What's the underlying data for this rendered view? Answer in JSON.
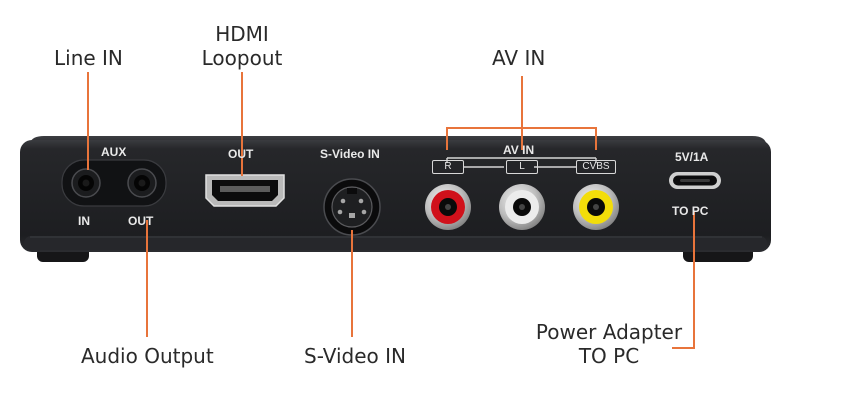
{
  "callouts": {
    "line_in": "Line IN",
    "hdmi_loopout_line1": "HDMI",
    "hdmi_loopout_line2": "Loopout",
    "av_in": "AV IN",
    "audio_output": "Audio Output",
    "svideo_in": "S-Video IN",
    "power_adapter_line1": "Power Adapter",
    "power_adapter_line2": "TO PC"
  },
  "device_labels": {
    "aux": "AUX",
    "aux_in": "IN",
    "aux_out": "OUT",
    "hdmi_out": "OUT",
    "svideo": "S-Video IN",
    "av_in": "AV IN",
    "r": "R",
    "l": "L",
    "cvbs": "CVBS",
    "power_rating": "5V/1A",
    "to_pc": "TO PC"
  },
  "colors": {
    "leader_line": "#e8743b",
    "device_body": "#222326",
    "rca_red": "#d0111b",
    "rca_white": "#ececec",
    "rca_yellow": "#f3dd0a"
  }
}
